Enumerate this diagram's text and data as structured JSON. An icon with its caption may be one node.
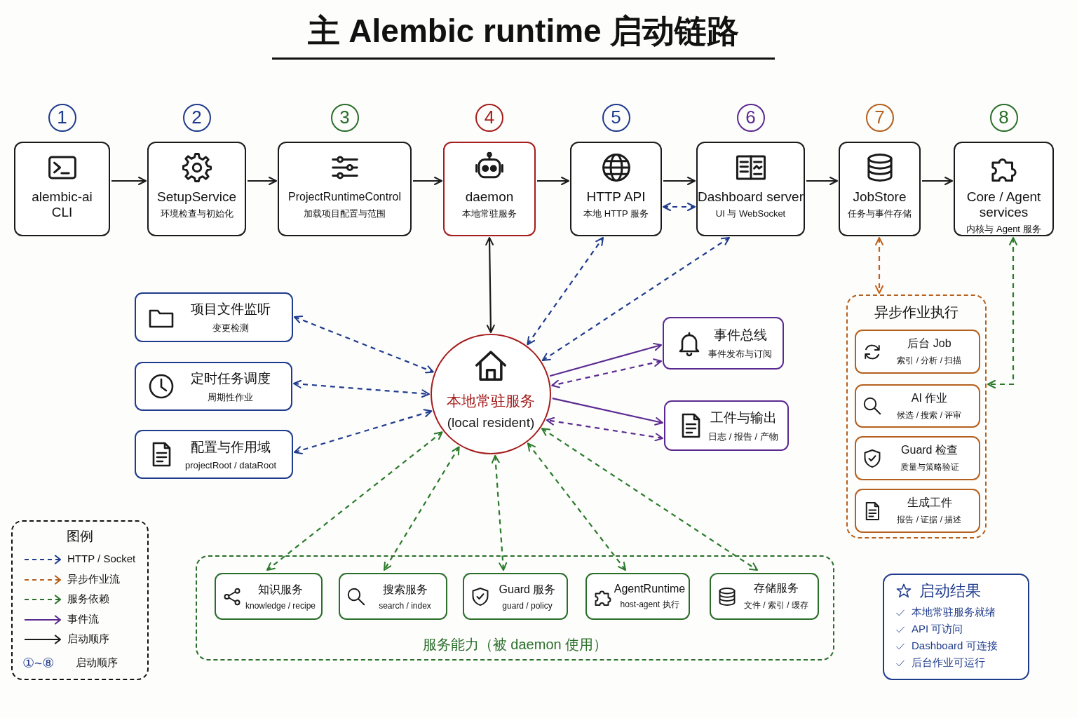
{
  "diagram": {
    "title": "主 Alembic runtime 启动链路",
    "nodes": [
      {
        "text": [
          "alembic-ai CLI"
        ],
        "beside": [
          "1"
        ]
      },
      {
        "text": [
          "SetupService",
          "环境检查与初始化"
        ],
        "beside": [
          "2"
        ]
      },
      {
        "text": [
          "ProjectRuntimeControl",
          "加载项目配置与范围"
        ],
        "beside": [
          "3"
        ]
      },
      {
        "text": [
          "daemon",
          "本地常驻服务"
        ],
        "beside": [
          "4"
        ]
      },
      {
        "text": [
          "HTTP API",
          "本地 HTTP 服务"
        ],
        "beside": [
          "5"
        ]
      },
      {
        "text": [
          "Dashboard server",
          "UI 与 WebSocket"
        ],
        "beside": [
          "6"
        ]
      },
      {
        "text": [
          "JobStore",
          "任务与事件存储"
        ],
        "beside": [
          "7"
        ]
      },
      {
        "text": [
          "Core / Agent services",
          "内核与 Agent 服务"
        ],
        "beside": [
          "8"
        ]
      },
      {
        "text": [
          "项目文件监听",
          "变更检测"
        ]
      },
      {
        "text": [
          "定时任务调度",
          "周期性作业"
        ]
      },
      {
        "text": [
          "配置与作用域",
          "projectRoot / dataRoot"
        ]
      },
      {
        "text": [
          "本地常驻服务",
          "(local resident)"
        ]
      },
      {
        "text": [
          "事件总线",
          "事件发布与订阅"
        ]
      },
      {
        "text": [
          "工件与输出",
          "日志 / 报告 / 产物"
        ]
      },
      {
        "text": [
          "异步作业执行"
        ]
      },
      {
        "text": [
          "后台 Job",
          "索引 / 分析 / 扫描"
        ],
        "in": 14
      },
      {
        "text": [
          "AI 作业",
          "候选 / 搜索 / 评审"
        ],
        "in": 14
      },
      {
        "text": [
          "Guard 检查",
          "质量与策略验证"
        ],
        "in": 14
      },
      {
        "text": [
          "生成工件",
          "报告 / 证据 / 描述"
        ],
        "in": 14
      },
      {
        "text": [
          "服务能力（被 daemon 使用）"
        ]
      },
      {
        "text": [
          "知识服务",
          "knowledge / recipe"
        ],
        "in": 19
      },
      {
        "text": [
          "搜索服务",
          "search / index"
        ],
        "in": 19
      },
      {
        "text": [
          "Guard 服务",
          "guard / policy"
        ],
        "in": 19
      },
      {
        "text": [
          "AgentRuntime",
          "host-agent 执行"
        ],
        "in": 19
      },
      {
        "text": [
          "存储服务",
          "文件 / 索引 / 缓存"
        ],
        "in": 19
      },
      {
        "text": [
          "启动结果",
          "本地常驻服务就绪",
          "API 可访问",
          "Dashboard 可连接",
          "后台作业可运行"
        ]
      }
    ],
    "edges": [
      {
        "from": 0,
        "to": 1,
        "arrow": "to"
      },
      {
        "from": 1,
        "to": 2,
        "arrow": "to"
      },
      {
        "from": 2,
        "to": 3,
        "arrow": "to"
      },
      {
        "from": 3,
        "to": 4,
        "arrow": "to"
      },
      {
        "from": 4,
        "to": 5,
        "arrow": "to"
      },
      {
        "from": 5,
        "to": 6,
        "arrow": "to"
      },
      {
        "from": 6,
        "to": 7,
        "arrow": "to"
      },
      {
        "from": 4,
        "to": 5,
        "arrow": "both",
        "style": "dashed",
        "color": "#1f3b8c"
      },
      {
        "from": 3,
        "to": 11,
        "arrow": "both"
      },
      {
        "from": 11,
        "to": 4,
        "arrow": "both",
        "style": "dashed",
        "color": "#1f3b8c"
      },
      {
        "from": 11,
        "to": 5,
        "arrow": "both",
        "style": "dashed",
        "color": "#1f3b8c"
      },
      {
        "from": 8,
        "to": 11,
        "arrow": "both",
        "style": "dashed",
        "color": "#1f3b8c"
      },
      {
        "from": 9,
        "to": 11,
        "arrow": "both",
        "style": "dashed",
        "color": "#1f3b8c"
      },
      {
        "from": 10,
        "to": 11,
        "arrow": "both",
        "style": "dashed",
        "color": "#1f3b8c"
      },
      {
        "from": 11,
        "to": 12,
        "arrow": "to",
        "color": "#5b2a91"
      },
      {
        "from": 12,
        "to": 11,
        "arrow": "both",
        "style": "dashed",
        "color": "#5b2a91"
      },
      {
        "from": 11,
        "to": 13,
        "arrow": "to",
        "color": "#5b2a91"
      },
      {
        "from": 13,
        "to": 11,
        "arrow": "both",
        "style": "dashed",
        "color": "#5b2a91"
      },
      {
        "from": 6,
        "to": 14,
        "arrow": "both",
        "style": "dashed",
        "color": "#c0621a"
      },
      {
        "from": 7,
        "to": 14,
        "arrow": "both",
        "style": "dashed",
        "color": "#2a7a2a"
      },
      {
        "from": 11,
        "to": 20,
        "arrow": "both",
        "style": "dashed",
        "color": "#2a7a2a"
      },
      {
        "from": 11,
        "to": 21,
        "arrow": "both",
        "style": "dashed",
        "color": "#2a7a2a"
      },
      {
        "from": 11,
        "to": 22,
        "arrow": "both",
        "style": "dashed",
        "color": "#2a7a2a"
      },
      {
        "from": 11,
        "to": 23,
        "arrow": "both",
        "style": "dashed",
        "color": "#2a7a2a"
      },
      {
        "from": 11,
        "to": 24,
        "arrow": "both",
        "style": "dashed",
        "color": "#2a7a2a"
      }
    ],
    "labels": [
      "图例",
      "①~⑧"
    ],
    "legend": [
      {
        "text": "HTTP / Socket"
      },
      {
        "text": "异步作业流"
      },
      {
        "text": "服务依赖"
      },
      {
        "text": "事件流"
      },
      {
        "text": "启动顺序"
      },
      {
        "text": "启动顺序"
      }
    ]
  }
}
